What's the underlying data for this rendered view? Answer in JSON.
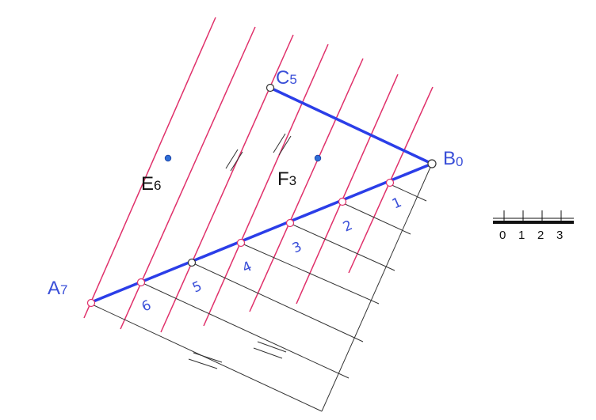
{
  "points": {
    "A": {
      "name": "A",
      "sub": "7"
    },
    "B": {
      "name": "B",
      "sub": "0"
    },
    "C": {
      "name": "C",
      "sub": "5"
    },
    "E": {
      "name": "E",
      "sub": "6"
    },
    "F": {
      "name": "F",
      "sub": "3"
    }
  },
  "divisions": [
    "1",
    "2",
    "3",
    "4",
    "5",
    "6"
  ],
  "scale": {
    "labels": [
      "0",
      "1",
      "2",
      "3"
    ]
  },
  "colors": {
    "projector": "#e0306a",
    "segment": "#2b3ee8",
    "construction": "#333333",
    "label": "#3a4fd8",
    "point_fill": "#2f6fd8"
  }
}
